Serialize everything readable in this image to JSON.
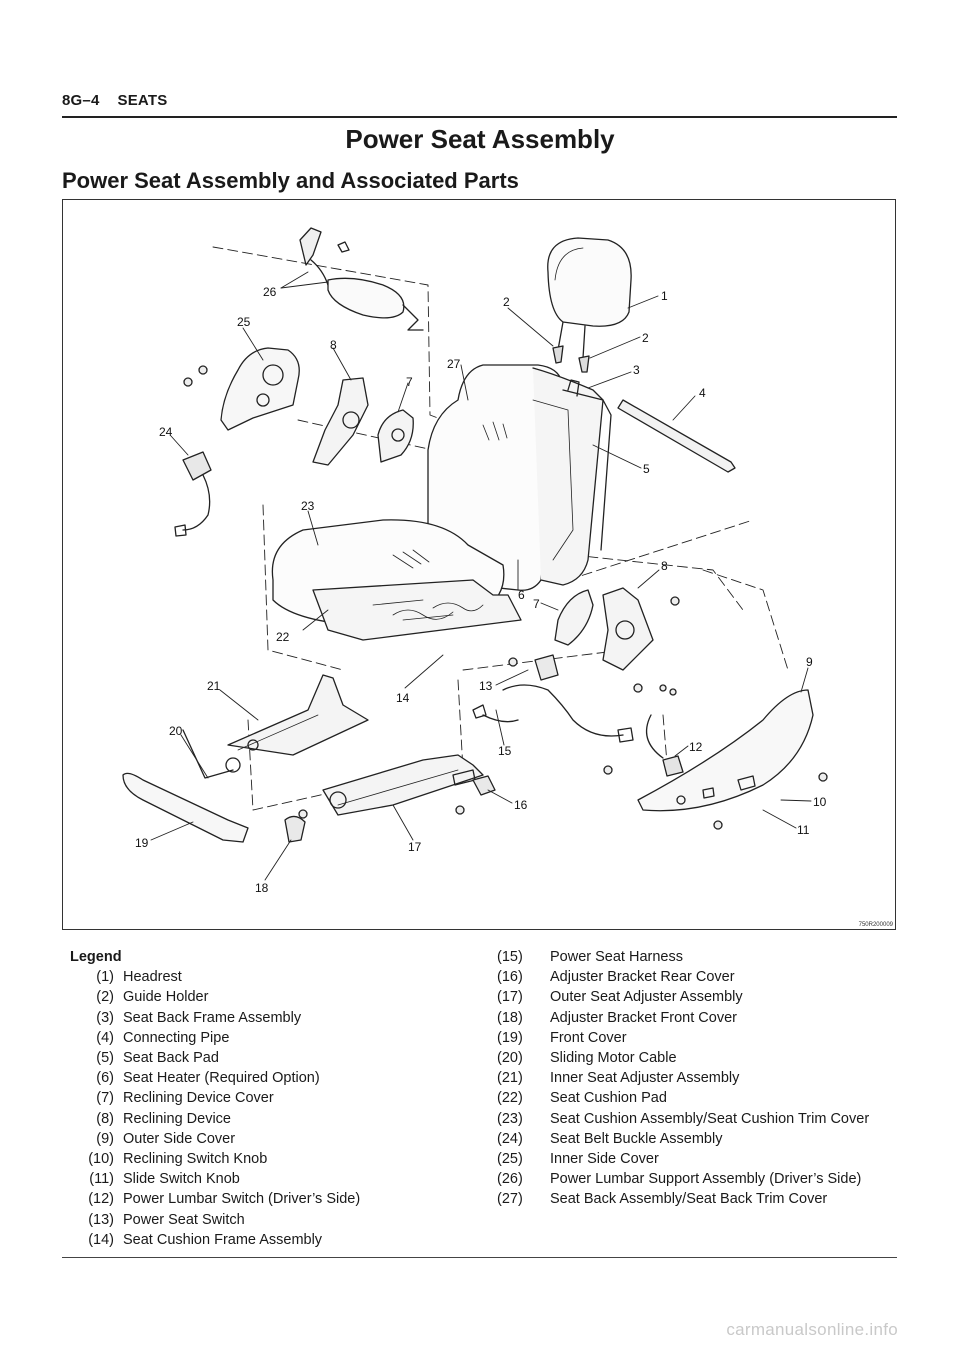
{
  "header": {
    "page_num": "8G–4",
    "section": "SEATS"
  },
  "title": "Power Seat Assembly",
  "subtitle": "Power Seat Assembly and Associated Parts",
  "figure": {
    "code": "750R200009",
    "callouts": [
      "1",
      "2",
      "2",
      "3",
      "4",
      "5",
      "6",
      "7",
      "7",
      "8",
      "8",
      "9",
      "10",
      "11",
      "12",
      "13",
      "14",
      "15",
      "16",
      "17",
      "18",
      "19",
      "20",
      "21",
      "22",
      "23",
      "24",
      "25",
      "26",
      "27"
    ]
  },
  "legend": {
    "heading": "Legend",
    "items": [
      {
        "num": "(1)",
        "text": "Headrest"
      },
      {
        "num": "(2)",
        "text": "Guide Holder"
      },
      {
        "num": "(3)",
        "text": "Seat Back Frame Assembly"
      },
      {
        "num": "(4)",
        "text": "Connecting Pipe"
      },
      {
        "num": "(5)",
        "text": "Seat Back Pad"
      },
      {
        "num": "(6)",
        "text": "Seat Heater (Required Option)"
      },
      {
        "num": "(7)",
        "text": "Reclining Device Cover"
      },
      {
        "num": "(8)",
        "text": "Reclining Device"
      },
      {
        "num": "(9)",
        "text": "Outer Side Cover"
      },
      {
        "num": "(10)",
        "text": "Reclining Switch Knob"
      },
      {
        "num": "(11)",
        "text": "Slide Switch Knob"
      },
      {
        "num": "(12)",
        "text": "Power Lumbar Switch (Driver’s Side)"
      },
      {
        "num": "(13)",
        "text": "Power Seat Switch"
      },
      {
        "num": "(14)",
        "text": "Seat Cushion Frame Assembly"
      },
      {
        "num": "(15)",
        "text": "Power Seat Harness"
      },
      {
        "num": "(16)",
        "text": "Adjuster Bracket Rear Cover"
      },
      {
        "num": "(17)",
        "text": "Outer Seat Adjuster Assembly"
      },
      {
        "num": "(18)",
        "text": "Adjuster Bracket Front Cover"
      },
      {
        "num": "(19)",
        "text": "Front Cover"
      },
      {
        "num": "(20)",
        "text": "Sliding Motor Cable"
      },
      {
        "num": "(21)",
        "text": "Inner Seat Adjuster Assembly"
      },
      {
        "num": "(22)",
        "text": "Seat Cushion Pad"
      },
      {
        "num": "(23)",
        "text": "Seat Cushion Assembly/Seat Cushion Trim Cover"
      },
      {
        "num": "(24)",
        "text": "Seat Belt Buckle Assembly"
      },
      {
        "num": "(25)",
        "text": "Inner Side Cover"
      },
      {
        "num": "(26)",
        "text": "Power Lumbar Support Assembly (Driver’s Side)"
      },
      {
        "num": "(27)",
        "text": "Seat Back Assembly/Seat Back Trim Cover"
      }
    ]
  },
  "watermark": "carmanualsonline.info"
}
